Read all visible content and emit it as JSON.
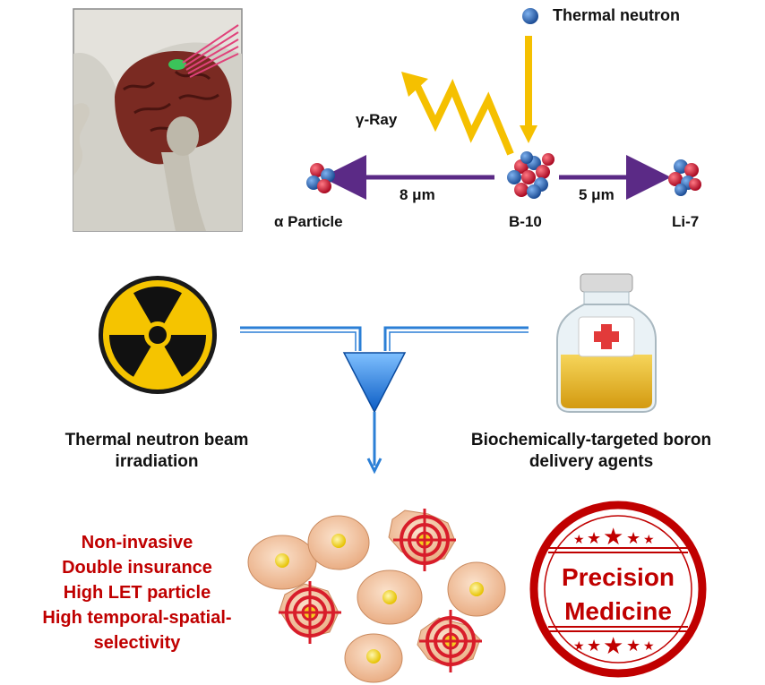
{
  "reaction": {
    "thermal_neutron": "Thermal neutron",
    "gamma_ray": "γ-Ray",
    "alpha_particle": "α Particle",
    "b10": "B-10",
    "li7": "Li-7",
    "dist_alpha": "8 μm",
    "dist_li": "5 μm"
  },
  "inputs": {
    "beam": "Thermal neutron beam irradiation",
    "agent": "Biochemically-targeted boron delivery agents"
  },
  "benefits": [
    "Non-invasive",
    "Double insurance",
    "High LET particle",
    "High temporal-spatial-selectivity"
  ],
  "stamp": {
    "line1": "Precision",
    "line2": "Medicine"
  },
  "colors": {
    "neutron_blue": "#1f5fb5",
    "proton_red": "#c8102e",
    "arrow_yellow": "#f5c000",
    "arrow_purple": "#5b2a86",
    "flow_blue": "#2b7fd6",
    "accent_red": "#c00000",
    "cell_fill": "#f3c9a6"
  }
}
